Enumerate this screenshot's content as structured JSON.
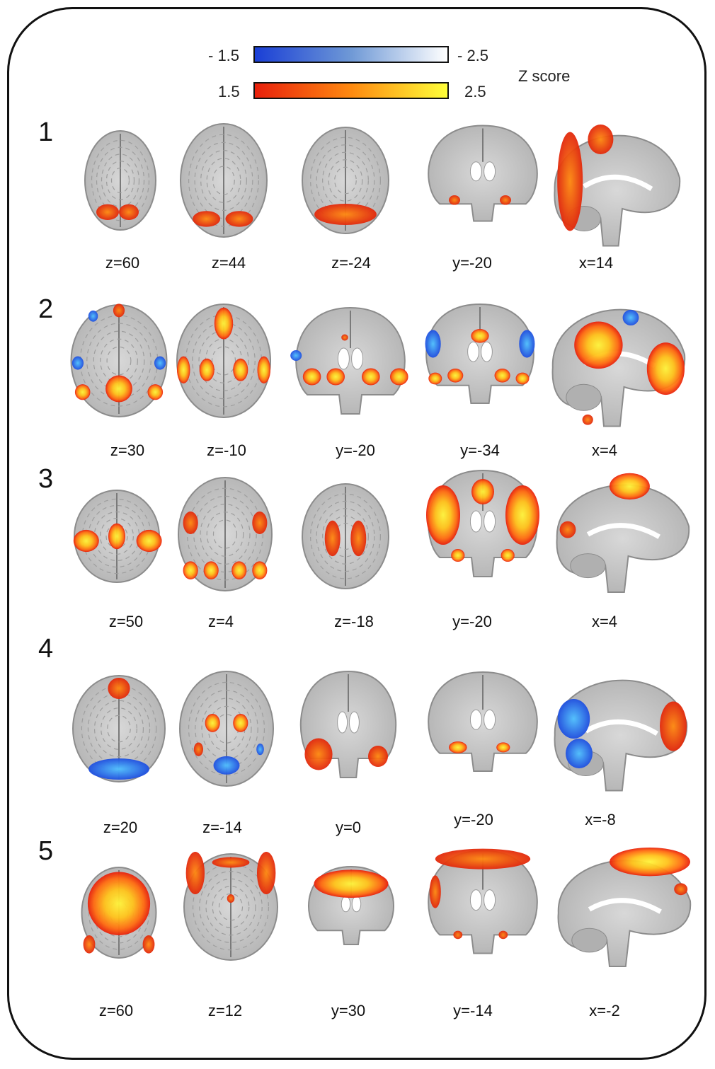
{
  "colorbar": {
    "negative": {
      "low_label": "- 1.5",
      "high_label": "- 2.5",
      "colors": [
        "#1a3fd6",
        "#ffffff"
      ]
    },
    "positive": {
      "low_label": "1.5",
      "high_label": "2.5",
      "colors": [
        "#e8200c",
        "#ffff3a"
      ]
    },
    "title": "Z score"
  },
  "rows": [
    {
      "number": "1",
      "slices": [
        {
          "label": "z=60",
          "view": "axial"
        },
        {
          "label": "z=44",
          "view": "axial"
        },
        {
          "label": "z=-24",
          "view": "axial"
        },
        {
          "label": "y=-20",
          "view": "coronal"
        },
        {
          "label": "x=14",
          "view": "sagittal"
        }
      ]
    },
    {
      "number": "2",
      "slices": [
        {
          "label": "z=30",
          "view": "axial"
        },
        {
          "label": "z=-10",
          "view": "axial"
        },
        {
          "label": "y=-20",
          "view": "coronal"
        },
        {
          "label": "y=-34",
          "view": "coronal"
        },
        {
          "label": "x=4",
          "view": "sagittal"
        }
      ]
    },
    {
      "number": "3",
      "slices": [
        {
          "label": "z=50",
          "view": "axial"
        },
        {
          "label": "z=4",
          "view": "axial"
        },
        {
          "label": "z=-18",
          "view": "axial"
        },
        {
          "label": "y=-20",
          "view": "coronal"
        },
        {
          "label": "x=4",
          "view": "sagittal"
        }
      ]
    },
    {
      "number": "4",
      "slices": [
        {
          "label": "z=20",
          "view": "axial"
        },
        {
          "label": "z=-14",
          "view": "axial"
        },
        {
          "label": "y=0",
          "view": "coronal"
        },
        {
          "label": "y=-20",
          "view": "coronal"
        },
        {
          "label": "x=-8",
          "view": "sagittal"
        }
      ]
    },
    {
      "number": "5",
      "slices": [
        {
          "label": "z=60",
          "view": "axial"
        },
        {
          "label": "z=12",
          "view": "axial"
        },
        {
          "label": "y=30",
          "view": "coronal"
        },
        {
          "label": "y=-14",
          "view": "coronal"
        },
        {
          "label": "x=-2",
          "view": "sagittal"
        }
      ]
    }
  ],
  "colors": {
    "brain_fill": "#c4c4c4",
    "brain_outline": "#8c8c8c",
    "pos_low": "#e8200c",
    "pos_high": "#ffe62a",
    "neg": "#2a6be8"
  }
}
